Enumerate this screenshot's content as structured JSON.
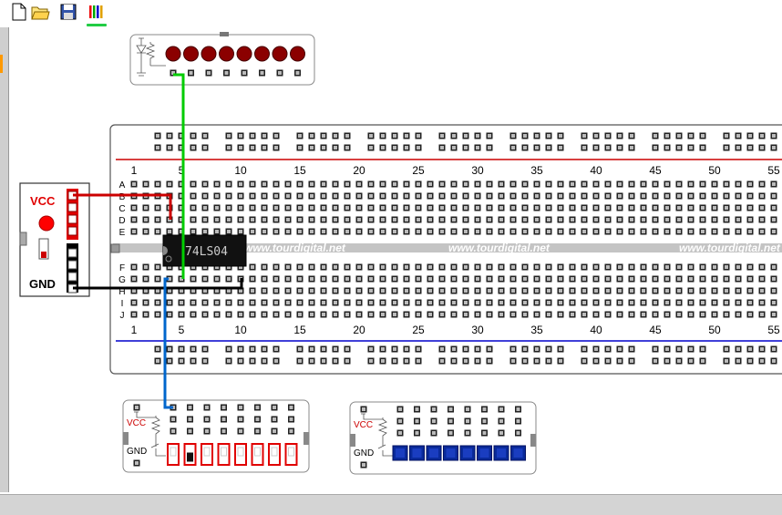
{
  "toolbar": {
    "buttons": [
      {
        "name": "new-file-button",
        "icon": "new-file-icon"
      },
      {
        "name": "open-folder-button",
        "icon": "folder-icon"
      },
      {
        "name": "save-button",
        "icon": "floppy-disk-icon"
      },
      {
        "name": "wires-button",
        "icon": "wires-icon",
        "active": true
      }
    ],
    "active_color": "#22cc44"
  },
  "breadboard": {
    "column_numbers": [
      "1",
      "5",
      "10",
      "15",
      "20",
      "25",
      "30",
      "35",
      "40",
      "45",
      "50",
      "55"
    ],
    "rows_top": [
      "A",
      "B",
      "C",
      "D",
      "E"
    ],
    "rows_bottom": [
      "F",
      "G",
      "H",
      "I",
      "J"
    ],
    "watermark": "www.tourdigital.net"
  },
  "chip": {
    "label": "74LS04"
  },
  "power_module": {
    "vcc_label": "VCC",
    "gnd_label": "GND"
  },
  "switch_module_1": {
    "vcc_label": "VCC",
    "gnd_label": "GND",
    "switch_count": 8,
    "on_switch_index": 1
  },
  "switch_module_2": {
    "vcc_label": "VCC",
    "gnd_label": "GND",
    "switch_count": 8
  },
  "led_module": {
    "led_count": 8,
    "led_color": "#8b0000"
  },
  "colors": {
    "vcc_red": "#e00000",
    "gnd_black": "#000000",
    "wire_green": "#00cc00",
    "wire_blue": "#0066cc",
    "wire_red": "#cc0000",
    "rail_blue": "#0000cc",
    "rail_red": "#cc0000",
    "panel_bg": "#dcdcdc"
  }
}
